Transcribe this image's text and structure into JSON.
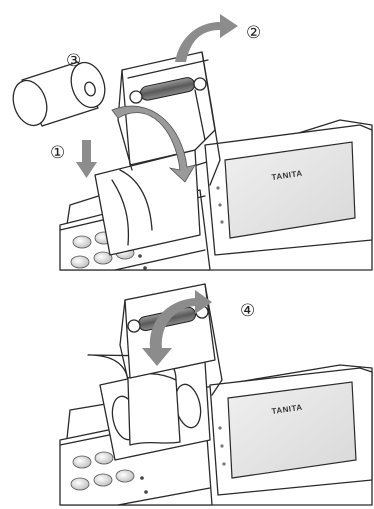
{
  "top_panel": {
    "steps": {
      "step1": "①",
      "step2": "②",
      "step3": "③"
    },
    "brand": "TANITA"
  },
  "bottom_panel": {
    "steps": {
      "step4": "④"
    },
    "brand": "TANITA"
  },
  "colors": {
    "arrow_gray": "#8c8c8c",
    "roller_dark": "#6e6e6e",
    "screen_fill": "#e6e6e6",
    "line": "#2a2a2a"
  }
}
